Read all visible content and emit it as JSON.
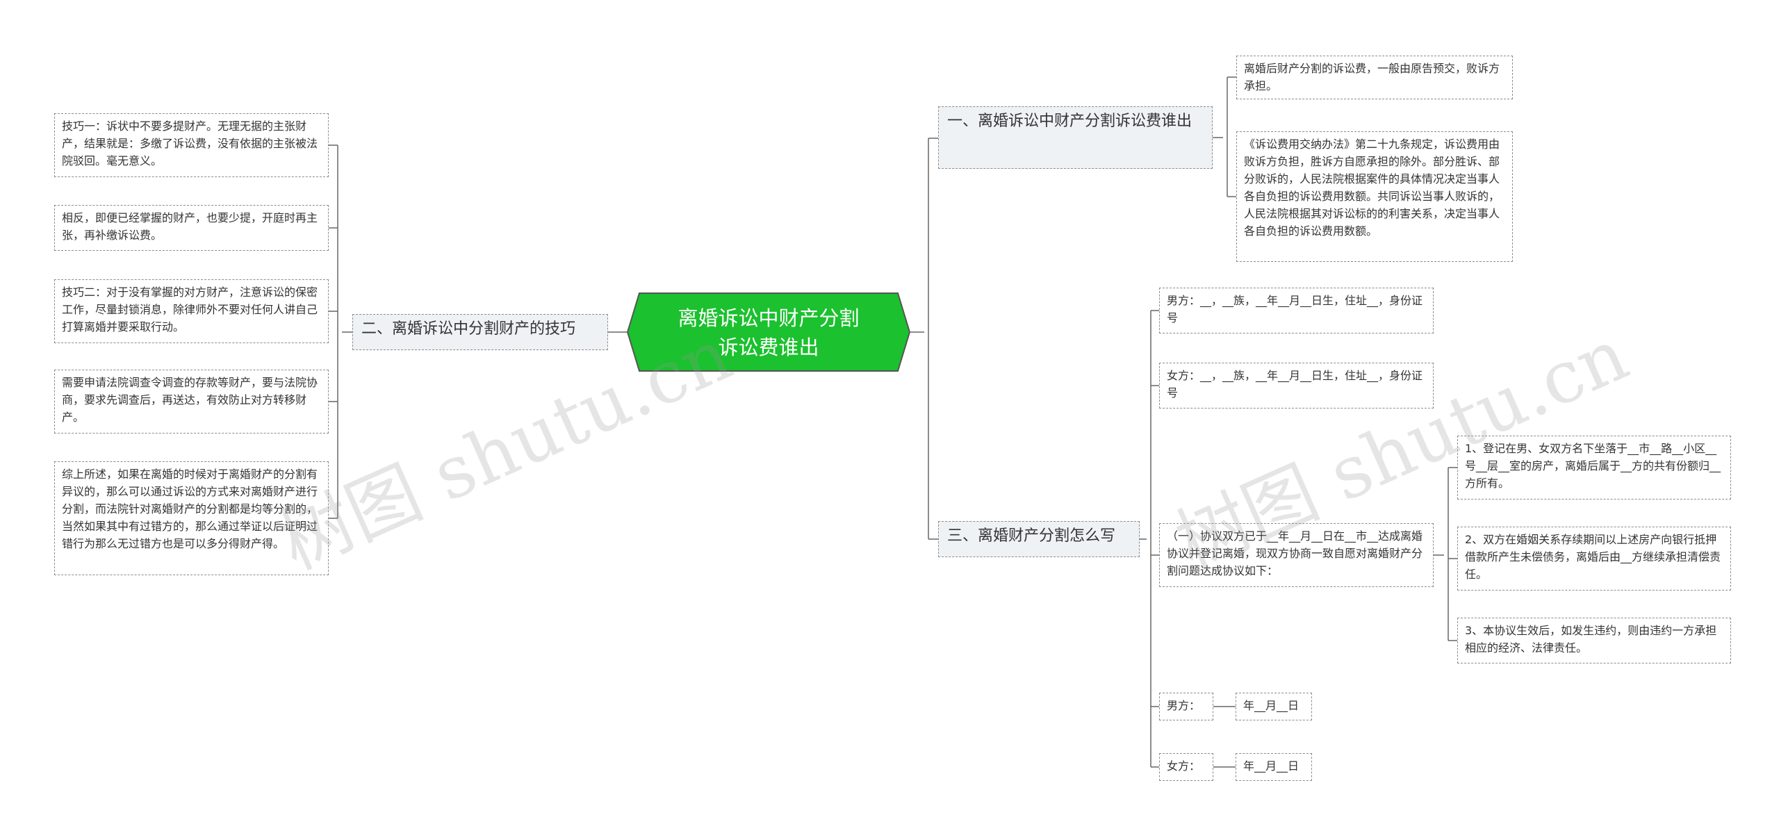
{
  "center": {
    "title": "离婚诉讼中财产分割诉讼费谁出"
  },
  "branch1": {
    "title": "一、离婚诉讼中财产分割诉讼费谁出",
    "items": [
      "离婚后财产分割的诉讼费，一般由原告预交，败诉方承担。",
      "《诉讼费用交纳办法》第二十九条规定，诉讼费用由败诉方负担，胜诉方自愿承担的除外。部分胜诉、部分败诉的，人民法院根据案件的具体情况决定当事人各自负担的诉讼费用数额。共同诉讼当事人败诉的，人民法院根据其对诉讼标的的利害关系，决定当事人各自负担的诉讼费用数额。"
    ]
  },
  "branch2": {
    "title": "二、离婚诉讼中分割财产的技巧",
    "items": [
      "技巧一：诉状中不要多提财产。无理无据的主张财产，结果就是：多缴了诉讼费，没有依据的主张被法院驳回。毫无意义。",
      "相反，即便已经掌握的财产，也要少提，开庭时再主张，再补缴诉讼费。",
      "技巧二：对于没有掌握的对方财产，注意诉讼的保密工作，尽量封锁消息，除律师外不要对任何人讲自己打算离婚并要采取行动。",
      "需要申请法院调查令调查的存款等财产，要与法院协商，要求先调查后，再送达，有效防止对方转移财产。",
      "综上所述，如果在离婚的时候对于离婚财产的分割有异议的，那么可以通过诉讼的方式来对离婚财产进行分割，而法院针对离婚财产的分割都是均等分割的，当然如果其中有过错方的，那么通过举证以后证明过错行为那么无过错方也是可以多分得财产得。"
    ]
  },
  "branch3": {
    "title": "三、离婚财产分割怎么写",
    "male_info": "男方：__，__族，__年__月__日生，住址__，身份证号",
    "female_info": "女方：__，__族，__年__月__日生，住址__，身份证号",
    "agreement": "（一）协议双方已于__年__月__日在__市__达成离婚协议并登记离婚，现双方协商一致自愿对离婚财产分割问题达成协议如下：",
    "clauses": [
      "1、登记在男、女双方名下坐落于__市__路__小区__号__层__室的房产，离婚后属于__方的共有份额归__方所有。",
      "2、双方在婚姻关系存续期间以上述房产向银行抵押借款所产生未偿债务，离婚后由__方继续承担清偿责任。",
      "3、本协议生效后，如发生违约，则由违约一方承担相应的经济、法律责任。"
    ],
    "male_sign": "男方：",
    "male_date": "年__月__日",
    "female_sign": "女方：",
    "female_date": "年__月__日"
  },
  "watermark": "树图 shutu.cn",
  "colors": {
    "center_fill": "#1bc12e",
    "center_border": "#555555",
    "line": "#666666",
    "branch_fill": "#eef2f5"
  }
}
